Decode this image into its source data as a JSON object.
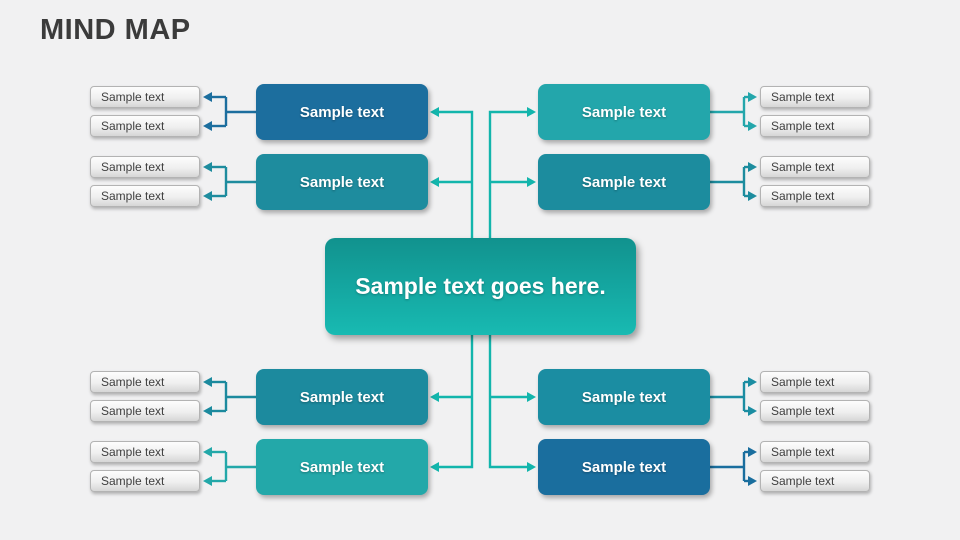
{
  "slide": {
    "title": "MIND MAP",
    "background_color": "#f1f1f2",
    "title_color": "#3b3b3b"
  },
  "center": {
    "label": "Sample text goes here.",
    "gradient_top": "#11928E",
    "gradient_bottom": "#18BAB2",
    "text_color": "#ffffff"
  },
  "connector_color": "#13B5AC",
  "leaf": {
    "text_color": "#3f3f3f",
    "fill_top": "#fdfdfd",
    "fill_bottom": "#d6d6d6"
  },
  "branches": [
    {
      "id": "top-left-1",
      "side": "left",
      "row": 1,
      "label": "Sample text",
      "color": "#1C6E9E",
      "leaves": [
        "Sample text",
        "Sample text"
      ]
    },
    {
      "id": "top-left-2",
      "side": "left",
      "row": 2,
      "label": "Sample text",
      "color": "#1E8C9E",
      "leaves": [
        "Sample text",
        "Sample text"
      ]
    },
    {
      "id": "top-right-1",
      "side": "right",
      "row": 1,
      "label": "Sample text",
      "color": "#23A6AB",
      "leaves": [
        "Sample text",
        "Sample text"
      ]
    },
    {
      "id": "top-right-2",
      "side": "right",
      "row": 2,
      "label": "Sample text",
      "color": "#1C8C9E",
      "leaves": [
        "Sample text",
        "Sample text"
      ]
    },
    {
      "id": "bottom-left-1",
      "side": "left",
      "row": 3,
      "label": "Sample text",
      "color": "#1C8A9E",
      "leaves": [
        "Sample text",
        "Sample text"
      ]
    },
    {
      "id": "bottom-left-2",
      "side": "left",
      "row": 4,
      "label": "Sample text",
      "color": "#23A8A9",
      "leaves": [
        "Sample text",
        "Sample text"
      ]
    },
    {
      "id": "bottom-right-1",
      "side": "right",
      "row": 3,
      "label": "Sample text",
      "color": "#1B8DA2",
      "leaves": [
        "Sample text",
        "Sample text"
      ]
    },
    {
      "id": "bottom-right-2",
      "side": "right",
      "row": 4,
      "label": "Sample text",
      "color": "#1A6E9E",
      "leaves": [
        "Sample text",
        "Sample text"
      ]
    }
  ]
}
